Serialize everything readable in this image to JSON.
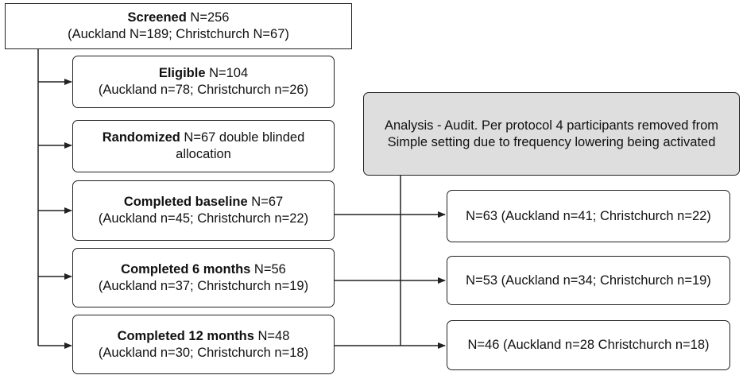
{
  "screened": {
    "bold": "Screened",
    "count": " N=256",
    "sites": "(Auckland N=189; Christchurch N=67)"
  },
  "eligible": {
    "bold": "Eligible",
    "count": " N=104",
    "sites": "(Auckland n=78; Christchurch n=26)"
  },
  "randomized": {
    "bold": "Randomized",
    "count": " N=67 double blinded",
    "sites": "allocation"
  },
  "baseline": {
    "bold": "Completed baseline",
    "count": " N=67",
    "sites": "(Auckland n=45; Christchurch n=22)"
  },
  "six_months": {
    "bold": "Completed 6 months",
    "count": " N=56",
    "sites": "(Auckland n=37; Christchurch n=19)"
  },
  "twelve_months": {
    "bold": "Completed 12 months",
    "count": " N=48",
    "sites": "(Auckland n=30; Christchurch n=18)"
  },
  "analysis": {
    "text": "Analysis - Audit. Per protocol 4 participants removed from Simple setting due to frequency lowering being activated"
  },
  "result_baseline": {
    "text": "N=63 (Auckland n=41; Christchurch n=22)"
  },
  "result_six_months": {
    "text": "N=53 (Auckland n=34; Christchurch n=19)"
  },
  "result_twelve_months": {
    "text": "N=46 (Auckland n=28 Christchurch n=18)"
  },
  "colors": {
    "line": "#222222",
    "analysis_fill": "#dedede",
    "box_fill": "#ffffff"
  }
}
